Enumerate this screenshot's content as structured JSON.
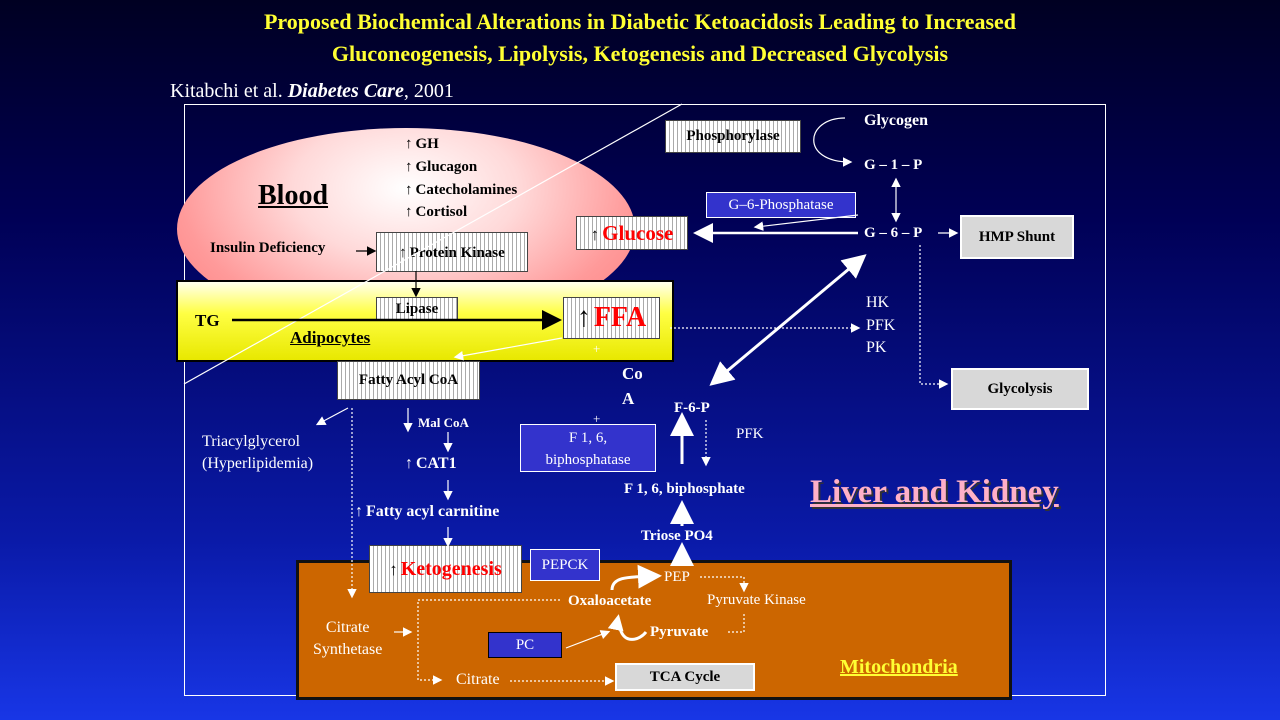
{
  "title": {
    "line1": "Proposed Biochemical Alterations in Diabetic Ketoacidosis Leading to Increased",
    "line2": "Gluconeogenesis, Lipolysis, Ketogenesis and Decreased Glycolysis"
  },
  "citation": {
    "authors": "Kitabchi et al.",
    "journal": "Diabetes Care",
    "year": ", 2001"
  },
  "blood": {
    "label": "Blood",
    "hormones": [
      "GH",
      "Glucagon",
      "Catecholamines",
      "Cortisol"
    ],
    "insulin_deficiency": "Insulin  Deficiency",
    "protein_kinase": "Protein Kinase"
  },
  "adipocytes": {
    "label": "Adipocytes",
    "tg": "TG",
    "lipase": "Lipase",
    "ffa": "FFA"
  },
  "nodes": {
    "phosphorylase": "Phosphorylase",
    "glycogen": "Glycogen",
    "g1p": "G – 1 – P",
    "g6phosphatase": "G–6-Phosphatase",
    "glucose": "Glucose",
    "g6p": "G – 6 – P",
    "hmp_shunt": "HMP Shunt",
    "glycolysis_enzymes": [
      "HK",
      "PFK",
      "PK"
    ],
    "glycolysis": "Glycolysis",
    "fatty_acyl_coa": "Fatty Acyl CoA",
    "coa": [
      "Co",
      "A"
    ],
    "plus1": "+",
    "plus2": "+",
    "triacylglycerol": [
      "Triacylglycerol",
      "(Hyperlipidemia)"
    ],
    "mal_coa": "Mal CoA",
    "cat1": "CAT1",
    "fatty_acyl_carnitine": "Fatty acyl carnitine",
    "f6p": "F-6-P",
    "pfk": "PFK",
    "f16_biphosphatase": [
      "F 1, 6,",
      "biphosphatase"
    ],
    "f16_biphosphate": "F 1, 6, biphosphate",
    "triose_po4": "Triose PO4",
    "ketogenesis": "Ketogenesis",
    "pepck": "PEPCK",
    "pep": "PEP",
    "oxaloacetate": "Oxaloacetate",
    "pyruvate_kinase": "Pyruvate Kinase",
    "pyruvate": "Pyruvate",
    "citrate_synthetase": [
      "Citrate",
      "Synthetase"
    ],
    "pc": "PC",
    "citrate": "Citrate",
    "tca_cycle": "TCA Cycle"
  },
  "regions": {
    "liver_kidney": "Liver and Kidney",
    "mitochondria": "Mitochondria"
  },
  "colors": {
    "title": "#ffff33",
    "glucose_text": "#ff0000",
    "ffa_text": "#ff0000",
    "ketogenesis_text": "#ff0000",
    "adipocytes_fill": "#ffff44",
    "mitochondria_fill": "#cc6600",
    "liver_label": "#ffb0c8",
    "enzyme_box": "#3333cc"
  }
}
